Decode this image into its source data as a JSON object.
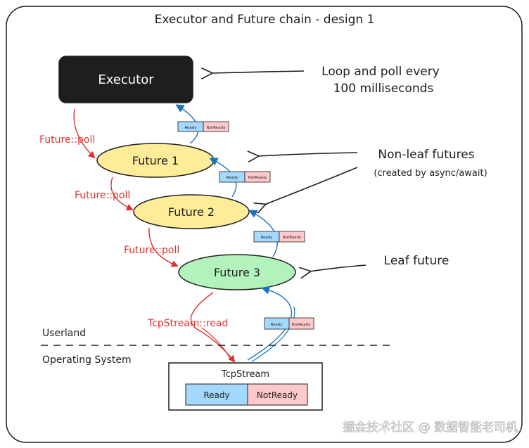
{
  "title": "Executor and Future chain - design 1",
  "executor_label": "Executor",
  "note_loop": [
    "Loop and poll every",
    "100 milliseconds"
  ],
  "note_nonleaf": "Non-leaf futures",
  "note_nonleaf_sub": "(created by async/await)",
  "note_leaf": "Leaf future",
  "futures": [
    "Future 1",
    "Future 2",
    "Future 3"
  ],
  "poll_labels": [
    "Future::poll",
    "Future::poll",
    "Future::poll"
  ],
  "read_label": "TcpStream::read",
  "userland_label": "Userland",
  "os_label": "Operating System",
  "tcpstream_title": "TcpStream",
  "status_ready": "Ready",
  "status_notready": "NotReady",
  "watermark": "掘金技术社区 @ 数据智能老司机",
  "colors": {
    "executor_bg": "#1e1e1e",
    "future_yellow": "#ffec99",
    "future_green": "#b2f2bb",
    "ready_blue": "#a5d8ff",
    "notready_pink": "#ffc9c9",
    "poll_red": "#e03131",
    "return_blue": "#1971c2"
  }
}
